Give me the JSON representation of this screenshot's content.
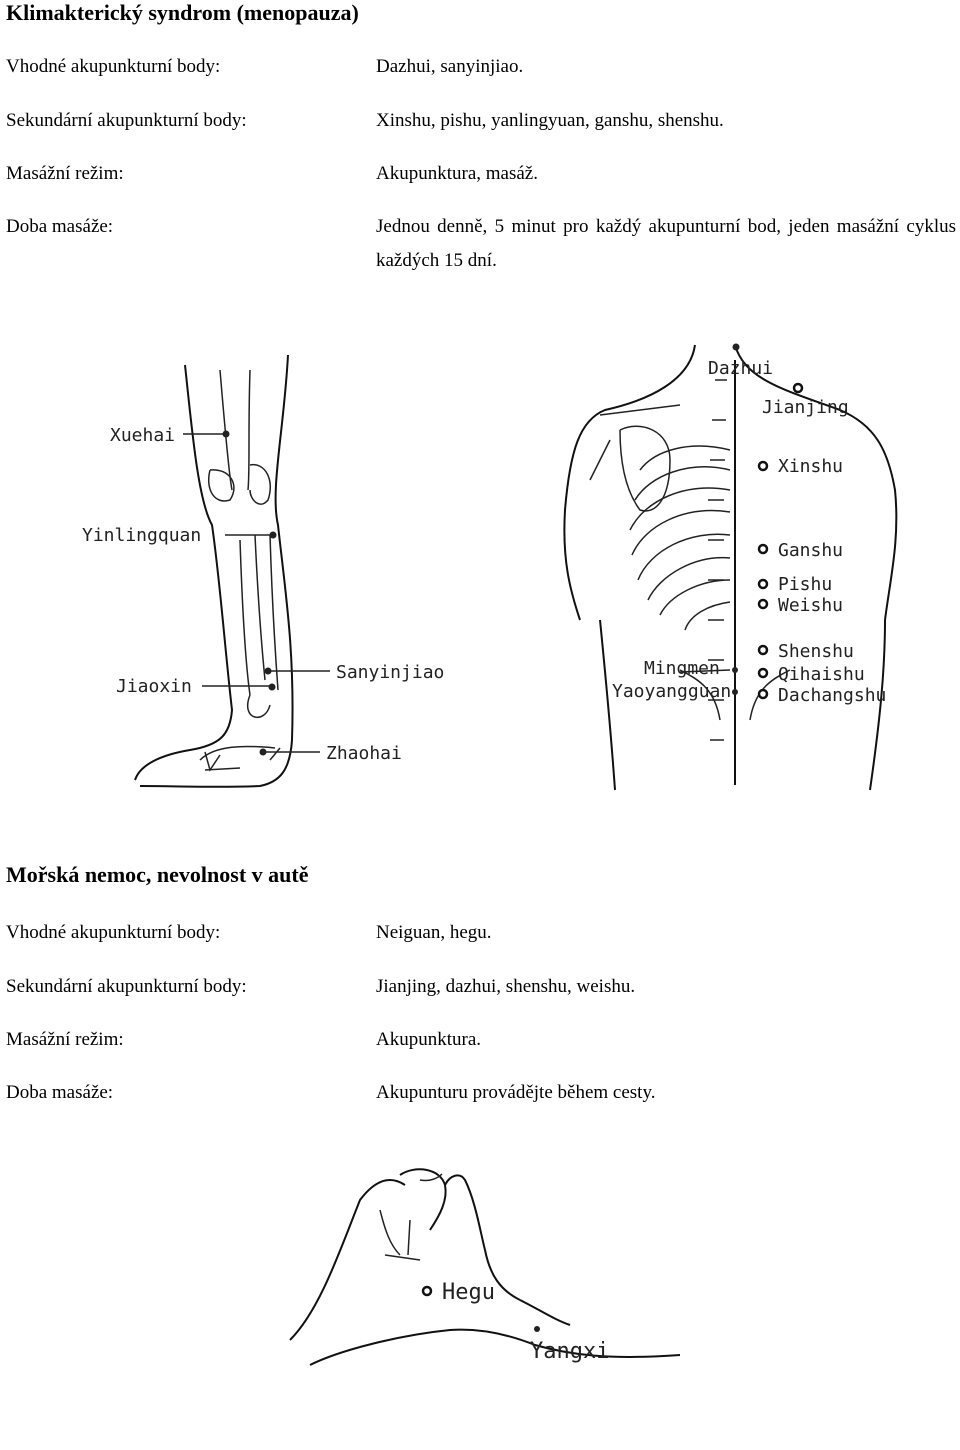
{
  "section1": {
    "title": "Klimakterický syndrom (menopauza)",
    "rows": [
      {
        "label": "Vhodné akupunkturní body:",
        "value": "Dazhui, sanyinjiao."
      },
      {
        "label": "Sekundární akupunkturní body:",
        "value": "Xinshu, pishu, yanlingyuan, ganshu, shenshu."
      },
      {
        "label": "Masážní režim:",
        "value": "Akupunktura, masáž."
      },
      {
        "label": "Doba masáže:",
        "value": "Jednou denně, 5 minut pro každý akupunturní bod, jeden masážní cyklus každých 15 dní."
      }
    ],
    "leg_figure": {
      "labels": [
        "Xuehai",
        "Yinlingquan",
        "Sanyinjiao",
        "Jiaoxin",
        "Zhaohai"
      ]
    },
    "back_figure": {
      "labels": [
        "Dazhui",
        "Jianjing",
        "Xinshu",
        "Ganshu",
        "Pishu",
        "Weishu",
        "Shenshu",
        "Qihaishu",
        "Dachangshu",
        "Mingmen",
        "Yaoyangguan"
      ]
    }
  },
  "section2": {
    "title": "Mořská nemoc, nevolnost v autě",
    "rows": [
      {
        "label": "Vhodné akupunkturní body:",
        "value": "Neiguan, hegu."
      },
      {
        "label": "Sekundární akupunkturní body:",
        "value": "Jianjing, dazhui, shenshu, weishu."
      },
      {
        "label": "Masážní režim:",
        "value": "Akupunktura."
      },
      {
        "label": "Doba masáže:",
        "value": "Akupunturu provádějte během cesty."
      }
    ],
    "hand_figure": {
      "labels": [
        "Hegu",
        "Yangxi"
      ]
    }
  }
}
